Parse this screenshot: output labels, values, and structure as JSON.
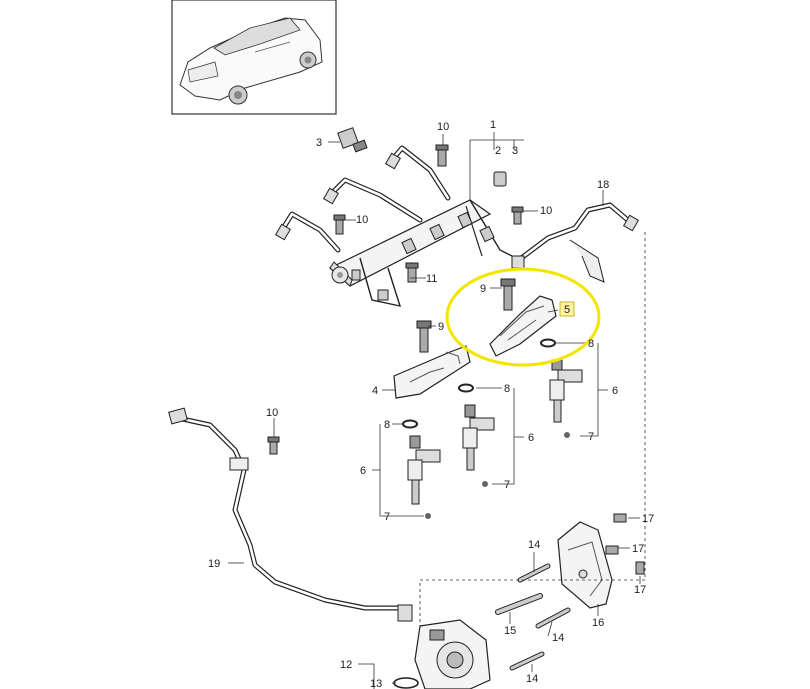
{
  "diagram": {
    "callouts": {
      "c1": "1",
      "c2": "2",
      "c3": "3",
      "c3b": "3",
      "c4": "4",
      "c5": "5",
      "c6a": "6",
      "c6b": "6",
      "c6c": "6",
      "c7a": "7",
      "c7b": "7",
      "c7c": "7",
      "c8a": "8",
      "c8b": "8",
      "c8c": "8",
      "c9a": "9",
      "c9b": "9",
      "c10a": "10",
      "c10b": "10",
      "c10c": "10",
      "c10d": "10",
      "c11": "11",
      "c12": "12",
      "c13": "13",
      "c14a": "14",
      "c14b": "14",
      "c14c": "14",
      "c15": "15",
      "c16": "16",
      "c17a": "17",
      "c17b": "17",
      "c17c": "17",
      "c18": "18",
      "c19": "19"
    },
    "highlight": {
      "color": "#f2e600",
      "callout": "5"
    },
    "icons": [
      "car-thumbnail-icon",
      "fuel-rail-icon",
      "injector-icon",
      "bracket-icon",
      "fuel-pump-icon",
      "heat-shield-icon",
      "bolt-icon",
      "pressure-sensor-icon",
      "fuel-line-icon"
    ]
  }
}
